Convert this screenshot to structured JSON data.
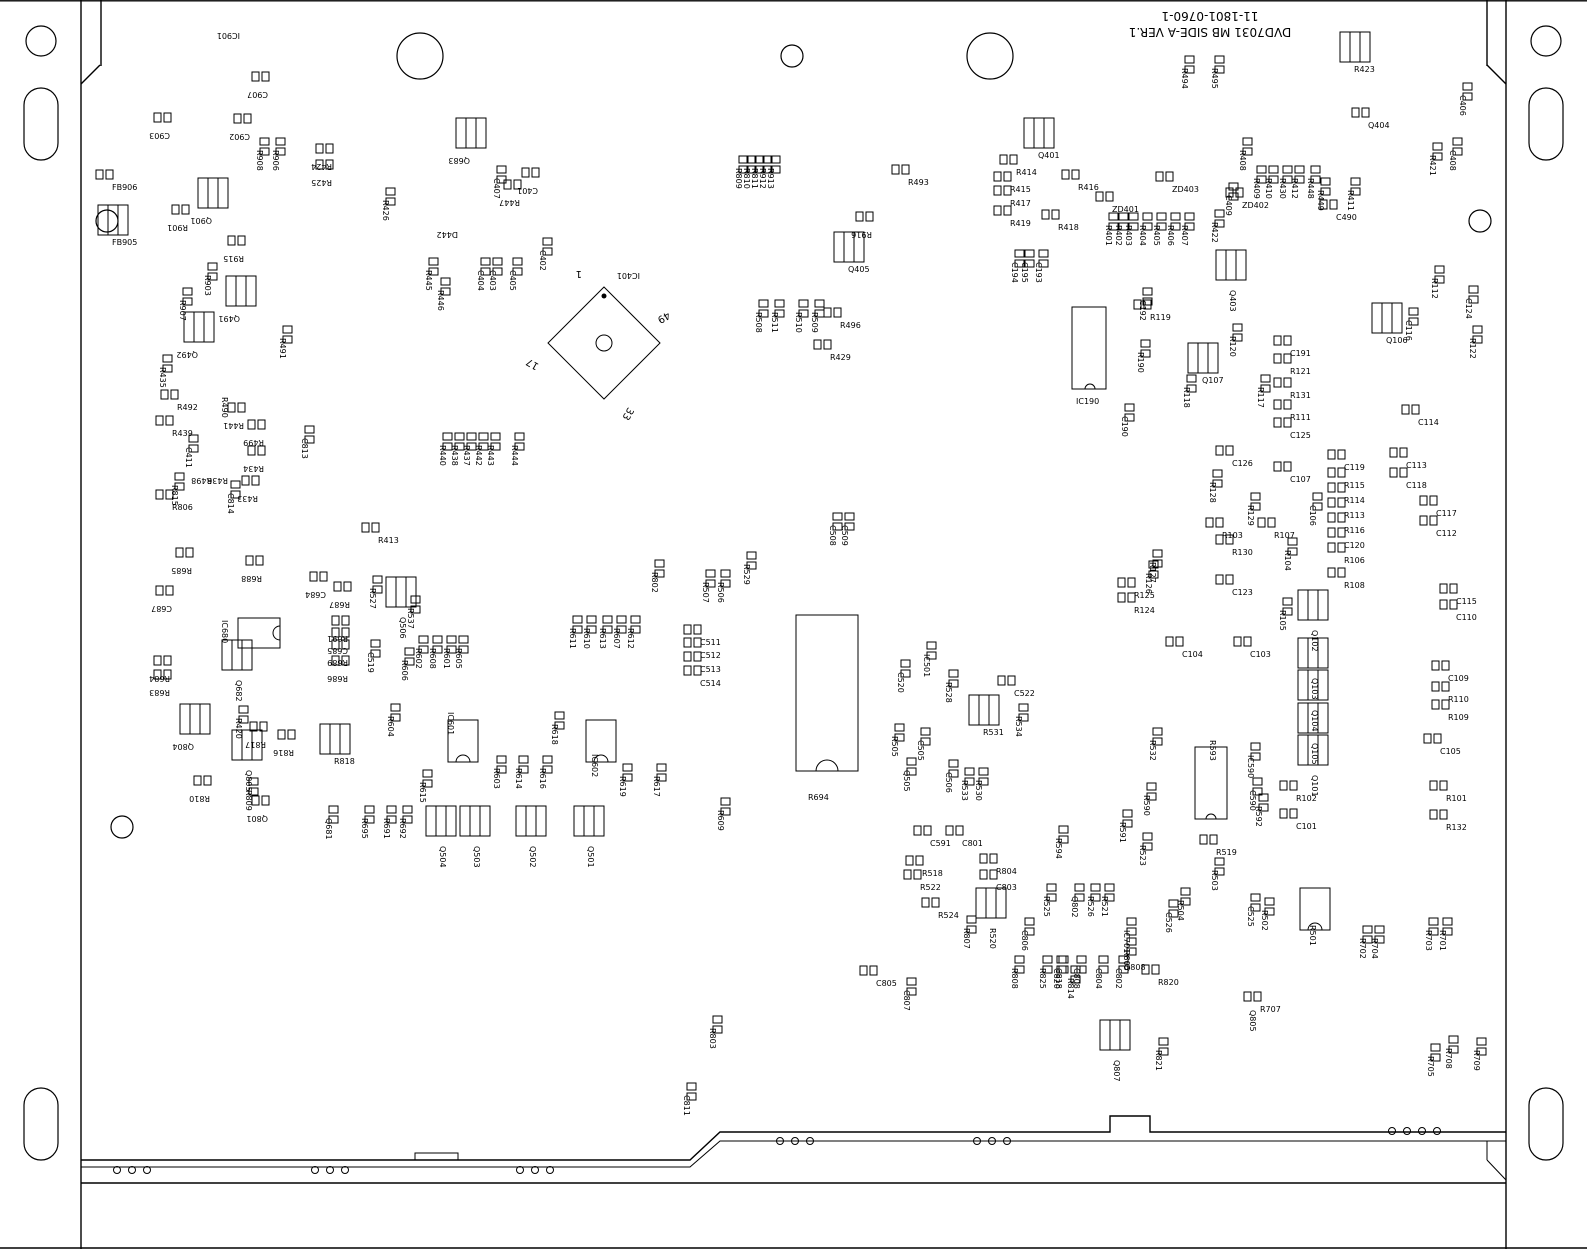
{
  "board": {
    "title": "DVD7031 MB SIDE-A VER.1",
    "part_number": "11-1801-0760-1",
    "pin_labels": [
      "1",
      "49",
      "17",
      "33"
    ]
  },
  "components": [
    {
      "ref": "IC901"
    },
    {
      "ref": "C907"
    },
    {
      "ref": "C903"
    },
    {
      "ref": "C902"
    },
    {
      "ref": "R908"
    },
    {
      "ref": "R906"
    },
    {
      "ref": "FB906"
    },
    {
      "ref": "FB905"
    },
    {
      "ref": "R901"
    },
    {
      "ref": "Q901"
    },
    {
      "ref": "R915"
    },
    {
      "ref": "R903"
    },
    {
      "ref": "R907"
    },
    {
      "ref": "R424"
    },
    {
      "ref": "R425"
    },
    {
      "ref": "R426"
    },
    {
      "ref": "Q683"
    },
    {
      "ref": "C407"
    },
    {
      "ref": "C401"
    },
    {
      "ref": "R447"
    },
    {
      "ref": "D442"
    },
    {
      "ref": "C402"
    },
    {
      "ref": "C405"
    },
    {
      "ref": "C403"
    },
    {
      "ref": "C404"
    },
    {
      "ref": "R445"
    },
    {
      "ref": "R446"
    },
    {
      "ref": "IC401"
    },
    {
      "ref": "Q491"
    },
    {
      "ref": "R491"
    },
    {
      "ref": "Q492"
    },
    {
      "ref": "R435"
    },
    {
      "ref": "R492"
    },
    {
      "ref": "R490"
    },
    {
      "ref": "R441"
    },
    {
      "ref": "R439"
    },
    {
      "ref": "R499"
    },
    {
      "ref": "C813"
    },
    {
      "ref": "C411"
    },
    {
      "ref": "R434"
    },
    {
      "ref": "R498"
    },
    {
      "ref": "R436"
    },
    {
      "ref": "R433"
    },
    {
      "ref": "R815"
    },
    {
      "ref": "C814"
    },
    {
      "ref": "R806"
    },
    {
      "ref": "R440"
    },
    {
      "ref": "R438"
    },
    {
      "ref": "R437"
    },
    {
      "ref": "R442"
    },
    {
      "ref": "R443"
    },
    {
      "ref": "R444"
    },
    {
      "ref": "R413"
    },
    {
      "ref": "R809"
    },
    {
      "ref": "R810"
    },
    {
      "ref": "R811"
    },
    {
      "ref": "R912"
    },
    {
      "ref": "R913"
    },
    {
      "ref": "R493"
    },
    {
      "ref": "R916"
    },
    {
      "ref": "Q405"
    },
    {
      "ref": "R508"
    },
    {
      "ref": "R511"
    },
    {
      "ref": "R510"
    },
    {
      "ref": "R509"
    },
    {
      "ref": "R496"
    },
    {
      "ref": "R429"
    },
    {
      "ref": "Q401"
    },
    {
      "ref": "R414"
    },
    {
      "ref": "R415"
    },
    {
      "ref": "R417"
    },
    {
      "ref": "R419"
    },
    {
      "ref": "R416"
    },
    {
      "ref": "R418"
    },
    {
      "ref": "ZD401"
    },
    {
      "ref": "ZD403"
    },
    {
      "ref": "ZD402"
    },
    {
      "ref": "R401"
    },
    {
      "ref": "R402"
    },
    {
      "ref": "R403"
    },
    {
      "ref": "R404"
    },
    {
      "ref": "R405"
    },
    {
      "ref": "R406"
    },
    {
      "ref": "R407"
    },
    {
      "ref": "R422"
    },
    {
      "ref": "C409"
    },
    {
      "ref": "R408"
    },
    {
      "ref": "R409"
    },
    {
      "ref": "R410"
    },
    {
      "ref": "R430"
    },
    {
      "ref": "R412"
    },
    {
      "ref": "R448"
    },
    {
      "ref": "R449"
    },
    {
      "ref": "R411"
    },
    {
      "ref": "C490"
    },
    {
      "ref": "R494"
    },
    {
      "ref": "R495"
    },
    {
      "ref": "R423"
    },
    {
      "ref": "Q404"
    },
    {
      "ref": "C406"
    },
    {
      "ref": "C408"
    },
    {
      "ref": "R421"
    },
    {
      "ref": "C194"
    },
    {
      "ref": "C195"
    },
    {
      "ref": "C193"
    },
    {
      "ref": "C192"
    },
    {
      "ref": "R119"
    },
    {
      "ref": "Q403"
    },
    {
      "ref": "R120"
    },
    {
      "ref": "Q107"
    },
    {
      "ref": "R118"
    },
    {
      "ref": "R117"
    },
    {
      "ref": "R190"
    },
    {
      "ref": "IC190"
    },
    {
      "ref": "C190"
    },
    {
      "ref": "R112"
    },
    {
      "ref": "C116"
    },
    {
      "ref": "C124"
    },
    {
      "ref": "R122"
    },
    {
      "ref": "Q106"
    },
    {
      "ref": "C191"
    },
    {
      "ref": "R121"
    },
    {
      "ref": "R131"
    },
    {
      "ref": "R111"
    },
    {
      "ref": "C125"
    },
    {
      "ref": "C114"
    },
    {
      "ref": "C113"
    },
    {
      "ref": "C118"
    },
    {
      "ref": "C117"
    },
    {
      "ref": "C112"
    },
    {
      "ref": "C126"
    },
    {
      "ref": "R128"
    },
    {
      "ref": "C107"
    },
    {
      "ref": "C119"
    },
    {
      "ref": "R115"
    },
    {
      "ref": "R114"
    },
    {
      "ref": "R129"
    },
    {
      "ref": "C106"
    },
    {
      "ref": "R113"
    },
    {
      "ref": "R116"
    },
    {
      "ref": "R103"
    },
    {
      "ref": "R107"
    },
    {
      "ref": "C120"
    },
    {
      "ref": "R104"
    },
    {
      "ref": "R106"
    },
    {
      "ref": "R108"
    },
    {
      "ref": "R130"
    },
    {
      "ref": "C123"
    },
    {
      "ref": "R126"
    },
    {
      "ref": "R127"
    },
    {
      "ref": "R125"
    },
    {
      "ref": "R124"
    },
    {
      "ref": "R105"
    },
    {
      "ref": "Q102"
    },
    {
      "ref": "C115"
    },
    {
      "ref": "C110"
    },
    {
      "ref": "C104"
    },
    {
      "ref": "C103"
    },
    {
      "ref": "Q103"
    },
    {
      "ref": "Q104"
    },
    {
      "ref": "Q105"
    },
    {
      "ref": "Q101"
    },
    {
      "ref": "C109"
    },
    {
      "ref": "R110"
    },
    {
      "ref": "R109"
    },
    {
      "ref": "C105"
    },
    {
      "ref": "R102"
    },
    {
      "ref": "C101"
    },
    {
      "ref": "R101"
    },
    {
      "ref": "R132"
    },
    {
      "ref": "C509"
    },
    {
      "ref": "C508"
    },
    {
      "ref": "R529"
    },
    {
      "ref": "R506"
    },
    {
      "ref": "R507"
    },
    {
      "ref": "C511"
    },
    {
      "ref": "C512"
    },
    {
      "ref": "C513"
    },
    {
      "ref": "C514"
    },
    {
      "ref": "R802"
    },
    {
      "ref": "R537"
    },
    {
      "ref": "R527"
    },
    {
      "ref": "Q506"
    },
    {
      "ref": "C519"
    },
    {
      "ref": "R606"
    },
    {
      "ref": "R602"
    },
    {
      "ref": "R608"
    },
    {
      "ref": "R601"
    },
    {
      "ref": "R605"
    },
    {
      "ref": "R611"
    },
    {
      "ref": "R610"
    },
    {
      "ref": "R613"
    },
    {
      "ref": "R607"
    },
    {
      "ref": "R612"
    },
    {
      "ref": "R604"
    },
    {
      "ref": "IC601"
    },
    {
      "ref": "R618"
    },
    {
      "ref": "IC602"
    },
    {
      "ref": "R615"
    },
    {
      "ref": "R603"
    },
    {
      "ref": "R614"
    },
    {
      "ref": "R616"
    },
    {
      "ref": "R619"
    },
    {
      "ref": "R617"
    },
    {
      "ref": "R609"
    },
    {
      "ref": "Q504"
    },
    {
      "ref": "Q503"
    },
    {
      "ref": "Q502"
    },
    {
      "ref": "Q501"
    },
    {
      "ref": "R685"
    },
    {
      "ref": "R688"
    },
    {
      "ref": "C684"
    },
    {
      "ref": "R687"
    },
    {
      "ref": "C687"
    },
    {
      "ref": "R691"
    },
    {
      "ref": "C685"
    },
    {
      "ref": "R689"
    },
    {
      "ref": "R686"
    },
    {
      "ref": "IC680"
    },
    {
      "ref": "R684"
    },
    {
      "ref": "R683"
    },
    {
      "ref": "Q682"
    },
    {
      "ref": "R420"
    },
    {
      "ref": "Q804"
    },
    {
      "ref": "R817"
    },
    {
      "ref": "R816"
    },
    {
      "ref": "Q805"
    },
    {
      "ref": "R809"
    },
    {
      "ref": "R810"
    },
    {
      "ref": "Q801"
    },
    {
      "ref": "R818"
    },
    {
      "ref": "Q681"
    },
    {
      "ref": "R695"
    },
    {
      "ref": "R691"
    },
    {
      "ref": "R692"
    },
    {
      "ref": "R694"
    },
    {
      "ref": "IC501"
    },
    {
      "ref": "C520"
    },
    {
      "ref": "R528"
    },
    {
      "ref": "C522"
    },
    {
      "ref": "R534"
    },
    {
      "ref": "R505"
    },
    {
      "ref": "C505"
    },
    {
      "ref": "R531"
    },
    {
      "ref": "Q505"
    },
    {
      "ref": "C506"
    },
    {
      "ref": "R533"
    },
    {
      "ref": "R530"
    },
    {
      "ref": "R532"
    },
    {
      "ref": "R593"
    },
    {
      "ref": "IC590"
    },
    {
      "ref": "C590"
    },
    {
      "ref": "R590"
    },
    {
      "ref": "R592"
    },
    {
      "ref": "R591"
    },
    {
      "ref": "R594"
    },
    {
      "ref": "R523"
    },
    {
      "ref": "C591"
    },
    {
      "ref": "C801"
    },
    {
      "ref": "R518"
    },
    {
      "ref": "R804"
    },
    {
      "ref": "R522"
    },
    {
      "ref": "C803"
    },
    {
      "ref": "R524"
    },
    {
      "ref": "R807"
    },
    {
      "ref": "R520"
    },
    {
      "ref": "Q802"
    },
    {
      "ref": "R525"
    },
    {
      "ref": "R526"
    },
    {
      "ref": "R521"
    },
    {
      "ref": "R519"
    },
    {
      "ref": "R503"
    },
    {
      "ref": "R504"
    },
    {
      "ref": "C526"
    },
    {
      "ref": "R502"
    },
    {
      "ref": "C525"
    },
    {
      "ref": "R501"
    },
    {
      "ref": "IC701"
    },
    {
      "ref": "R805"
    },
    {
      "ref": "C806"
    },
    {
      "ref": "R808"
    },
    {
      "ref": "R825"
    },
    {
      "ref": "C818"
    },
    {
      "ref": "R814"
    },
    {
      "ref": "C820"
    },
    {
      "ref": "C808"
    },
    {
      "ref": "C804"
    },
    {
      "ref": "C802"
    },
    {
      "ref": "Q808"
    },
    {
      "ref": "R702"
    },
    {
      "ref": "R704"
    },
    {
      "ref": "R703"
    },
    {
      "ref": "R701"
    },
    {
      "ref": "C805"
    },
    {
      "ref": "C807"
    },
    {
      "ref": "R820"
    },
    {
      "ref": "R707"
    },
    {
      "ref": "Q805"
    },
    {
      "ref": "R803"
    },
    {
      "ref": "Q807"
    },
    {
      "ref": "R821"
    },
    {
      "ref": "R709"
    },
    {
      "ref": "R708"
    },
    {
      "ref": "R705"
    },
    {
      "ref": "C811"
    }
  ]
}
